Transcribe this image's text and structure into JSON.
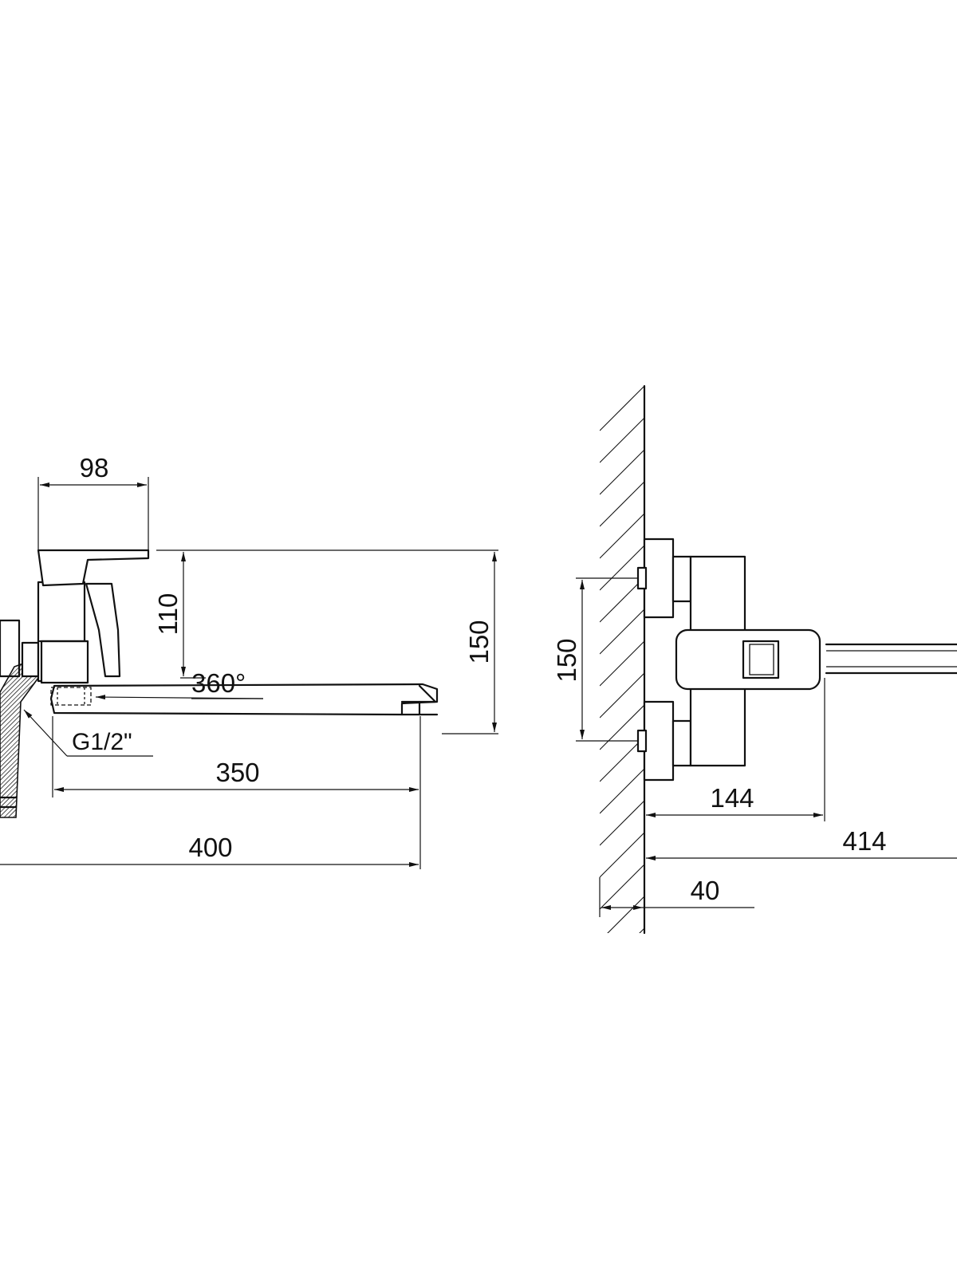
{
  "colors": {
    "line": "#111111",
    "background": "#ffffff"
  },
  "side_view": {
    "dim_width_top": "98",
    "dim_handle_height": "110",
    "dim_total_height": "150",
    "rotation": "360°",
    "thread": "G1/2\"",
    "dim_spout_reach": "350",
    "dim_total_reach": "400"
  },
  "front_view": {
    "dim_inlet_spacing": "150",
    "dim_body_depth": "144",
    "dim_total_depth": "414",
    "dim_wall_offset": "40"
  }
}
